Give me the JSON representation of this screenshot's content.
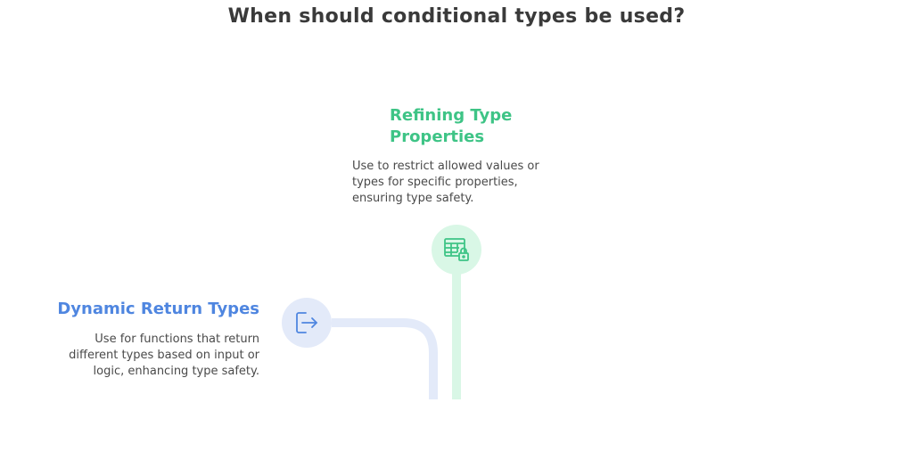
{
  "title": "When should conditional types be used?",
  "items": [
    {
      "heading": "Refining Type\nProperties",
      "description": "Use to restrict allowed values or types for specific properties, ensuring type safety.",
      "icon": "table-lock-icon",
      "color": "#3ec486",
      "light_color": "#d9f7e6"
    },
    {
      "heading": "Dynamic Return Types",
      "description": "Use for functions that return different types based on input or logic, enhancing type safety.",
      "icon": "exit-arrow-icon",
      "color": "#4f86e0",
      "light_color": "#e3eaf9"
    }
  ]
}
